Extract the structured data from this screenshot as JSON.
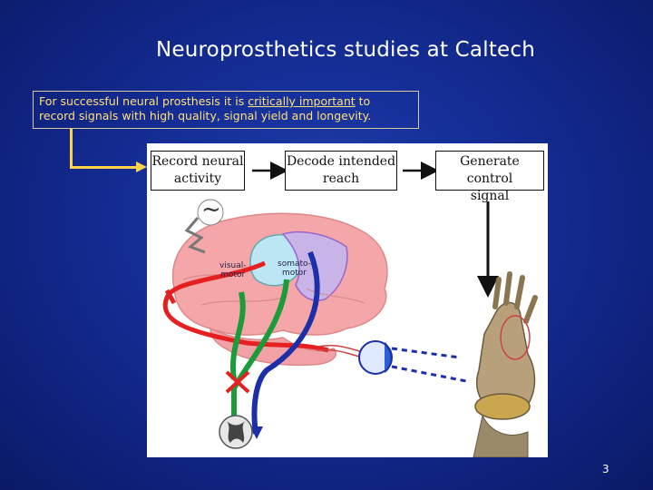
{
  "slide": {
    "title": "Neuroprosthetics studies at Caltech",
    "callout": {
      "line1_pre": "For successful neural prosthesis it is ",
      "line1_underlined": "critically important",
      "line1_post": " to",
      "line2": "record signals with high quality, signal yield and longevity."
    },
    "page_number": "3"
  },
  "figure": {
    "stages": [
      {
        "line1": "Record neural",
        "line2": "activity"
      },
      {
        "line1": "Decode intended",
        "line2": "reach"
      },
      {
        "line1": "Generate control",
        "line2": "signal"
      }
    ],
    "labels": {
      "visual_motor_1": "visual-",
      "visual_motor_2": "motor",
      "somato_motor_1": "somato-",
      "somato_motor_2": "motor",
      "tilde": "~"
    }
  },
  "colors": {
    "background": "#16309a",
    "title_text": "#ffffff",
    "callout_text": "#ffe07a",
    "connector": "#ffd24a"
  }
}
